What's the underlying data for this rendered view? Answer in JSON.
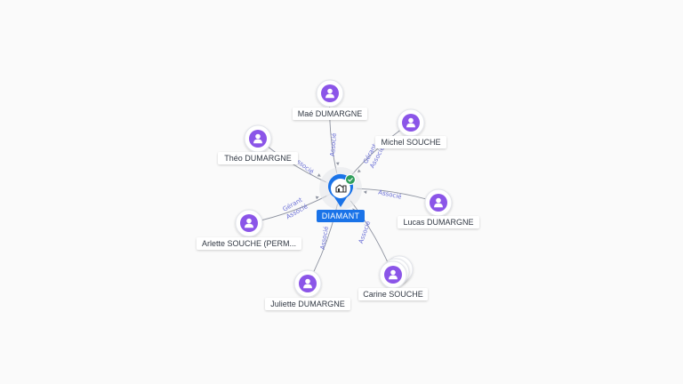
{
  "center": {
    "label": "DIAMANT",
    "icon": "building-icon",
    "status_icon": "check-badge-icon",
    "color": "#1a73e8",
    "badge_color": "#2e9e5b"
  },
  "person_color": "#8b55e8",
  "edge_color": "#8e93a0",
  "edge_label_color": "#6a6fd6",
  "people": [
    {
      "id": "mae",
      "label": "Maé DUMARGNE",
      "roles": [
        "Associé"
      ]
    },
    {
      "id": "michel",
      "label": "Michel SOUCHE",
      "roles": [
        "Gérant",
        "Associé"
      ]
    },
    {
      "id": "theo",
      "label": "Théo DUMARGNE",
      "roles": [
        "Associé"
      ]
    },
    {
      "id": "lucas",
      "label": "Lucas DUMARGNE",
      "roles": [
        "Associé"
      ]
    },
    {
      "id": "arlette",
      "label": "Arlette SOUCHE (PERM...",
      "roles": [
        "Gérant",
        "Associé"
      ]
    },
    {
      "id": "carine",
      "label": "Carine SOUCHE",
      "roles": [
        "Associé"
      ]
    },
    {
      "id": "juliette",
      "label": "Juliette DUMARGNE",
      "roles": [
        "Associé"
      ]
    }
  ]
}
